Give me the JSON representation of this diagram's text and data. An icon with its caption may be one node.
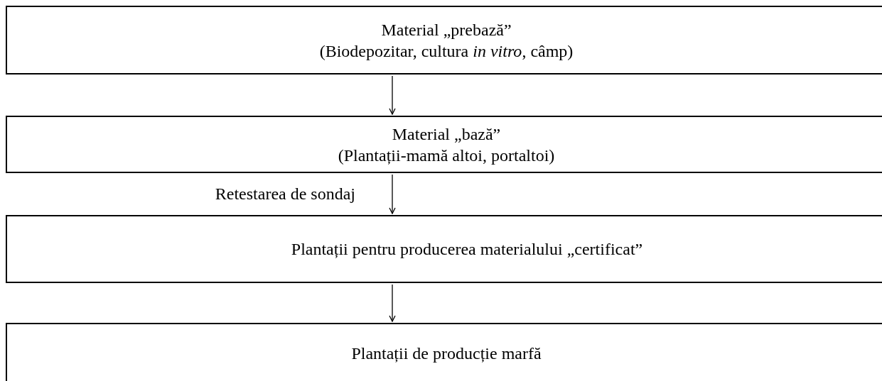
{
  "diagram": {
    "nodes": [
      {
        "text": [
          "Material „prebază”",
          "(Biodepozitar, cultura *in vitro*, câmp)"
        ]
      },
      {
        "text": [
          "Material „bază”",
          "(Plantații-mamă altoi, portaltoi)"
        ]
      },
      {
        "text": [
          "Plantații pentru producerea materialului „certificat”"
        ]
      },
      {
        "text": [
          "Plantații de producție marfă"
        ]
      }
    ],
    "edges": [
      {
        "from": 0,
        "to": 1,
        "arrow": "to"
      },
      {
        "from": 1,
        "to": 2,
        "arrow": "to",
        "label": "Retestarea de sondaj"
      },
      {
        "from": 2,
        "to": 3,
        "arrow": "to"
      }
    ]
  }
}
